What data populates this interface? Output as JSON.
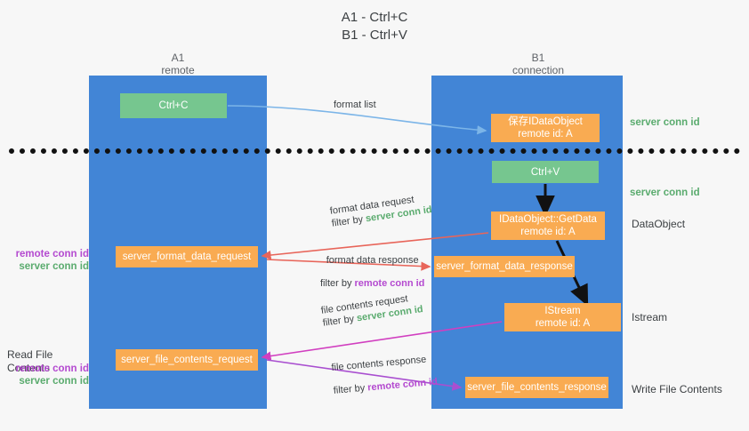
{
  "title": {
    "line1": "A1 - Ctrl+C",
    "line2": "B1 - Ctrl+V"
  },
  "lanes": {
    "a": {
      "title": "A1",
      "subtitle": "remote"
    },
    "b": {
      "title": "B1",
      "subtitle": "connection"
    }
  },
  "boxes": {
    "ctrl_c": "Ctrl+C",
    "idataobject_line1": "保存IDataObject",
    "idataobject_line2": "remote id: A",
    "ctrl_v": "Ctrl+V",
    "getdata_line1": "IDataObject::GetData",
    "getdata_line2": "remote id: A",
    "server_format_data_request": "server_format_data_request",
    "server_format_data_response": "server_format_data_response",
    "istream_line1": "IStream",
    "istream_line2": "remote id: A",
    "server_file_contents_request": "server_file_contents_request",
    "server_file_contents_response": "server_file_contents_response"
  },
  "edges": {
    "format_list": "format list",
    "format_data_request": "format data request",
    "format_data_response": "format data response",
    "file_contents_request": "file contents request",
    "file_contents_response": "file contents response",
    "filter_by": "filter by",
    "server_conn_id": "server conn id",
    "remote_conn_id": "remote conn id"
  },
  "side_labels": {
    "server_conn_id_top": "server conn id",
    "server_conn_id_mid": "server conn id",
    "dataobject": "DataObject",
    "istream": "Istream",
    "write_file_contents": "Write File Contents",
    "read_file_contents": "Read File Contents",
    "remote_conn_id": "remote conn id",
    "server_conn_id": "server conn id"
  },
  "colors": {
    "lane": "#4285d6",
    "green_box": "#76c68f",
    "orange_box": "#f9ab52",
    "server_conn": "#5aab6e",
    "remote_conn": "#b44ad0",
    "arrow_blue": "#7cb5e8",
    "arrow_red": "#e8655a",
    "arrow_magenta": "#d13fc0",
    "arrow_purple": "#a94fd0",
    "arrow_black": "#111111"
  }
}
